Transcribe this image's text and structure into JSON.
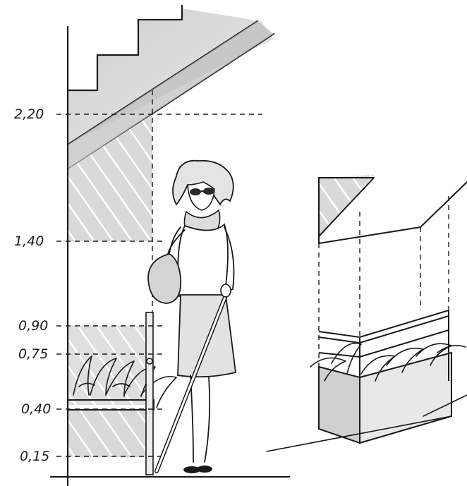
{
  "figure": {
    "height_labels": [
      {
        "id": "h-220",
        "text": "2,20"
      },
      {
        "id": "h-140",
        "text": "1,40"
      },
      {
        "id": "h-090",
        "text": "0,90"
      },
      {
        "id": "h-075",
        "text": "0,75"
      },
      {
        "id": "h-040",
        "text": "0,40"
      },
      {
        "id": "h-015",
        "text": "0,15"
      }
    ],
    "colors": {
      "ink": "#1a1a1a",
      "hatch_fill": "#d6d6d6",
      "light_fill": "#e6e6e6"
    }
  }
}
